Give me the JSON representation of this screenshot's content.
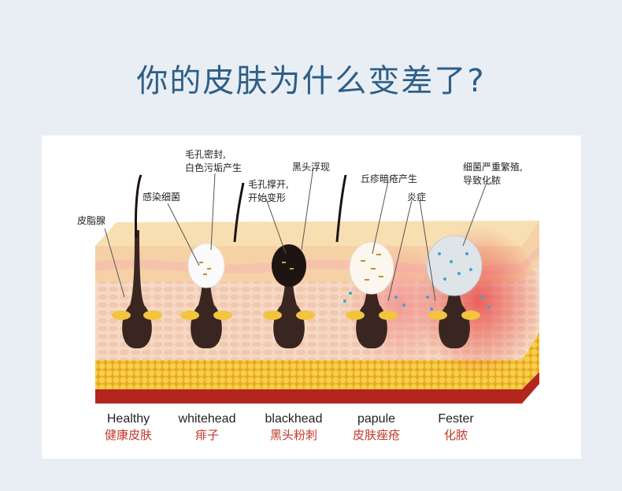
{
  "title": "你的皮肤为什么变差了?",
  "labels": {
    "sebaceous": "皮脂腺",
    "infection": "感染细菌",
    "pore_sealed_1": "毛孔密封,",
    "pore_sealed_2": "白色污垢产生",
    "pore_open_1": "毛孔撑开,",
    "pore_open_2": "开始变形",
    "blackhead_surface": "黑头浮现",
    "papule_appear": "丘疹暗疮产生",
    "inflammation": "炎症",
    "bacteria_1": "细菌严重繁殖,",
    "bacteria_2": "导致化脓"
  },
  "stages": [
    {
      "en": "Healthy",
      "zh": "健康皮肤"
    },
    {
      "en": "whitehead",
      "zh": "痱子"
    },
    {
      "en": "blackhead",
      "zh": "黑头粉刺"
    },
    {
      "en": "papule",
      "zh": "皮肤痤疮"
    },
    {
      "en": "Fester",
      "zh": "化脓"
    }
  ],
  "colors": {
    "title": "#2e5f86",
    "background": "#e9eef5",
    "skin_top": "#f7d8a6",
    "dermis": "#f5dccb",
    "fat": "#f3c43e",
    "muscle": "#b3261e",
    "follicle": "#3a2620",
    "stage_zh": "#c0392b"
  }
}
